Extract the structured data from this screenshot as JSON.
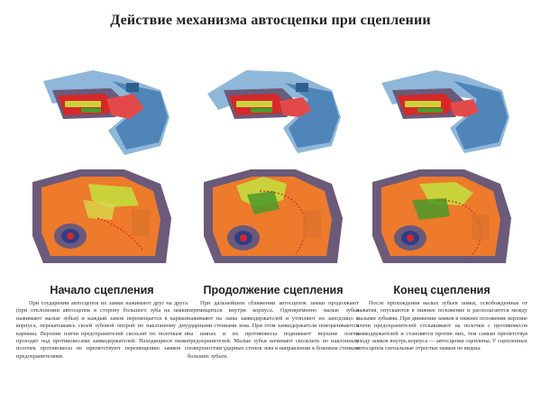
{
  "title": "Действие механизма автосцепки при сцеплении",
  "stages": [
    {
      "title": "Начало сцепления",
      "text": "При соударении автосцепок их замки нажимают друг на друга (при отклонении автосцепок в сторону большого зуба на замки нажимают малые зубья) и каждый замок перемещается в карман корпуса, перекатываясь своей зубовой опорой по наклонному дну кармана. Верхние плечи предохранителей скользят по полочкам и проходят над противовесами замкодержателей. Находящиеся ниже полочек противовесы не препятствуют перемещению замков с предохранителями."
    },
    {
      "title": "Продолжение сцепления",
      "text": "При дальнейшем сближении автосцепок замки продолжают перемещаться внутри корпуса. Одновременно малые зубья нажимают на лапы замкодержателей и утопляют их заподлицо с ударными стенками зева. При этом замкодержатели поворачиваются на шипах и их противовесы поднимают верхние плечи предохранителей. Малые зубья начинают скользить по наклонным поверхностям ударных стенок зева в направлении к боковым стенкам больших зубьев."
    },
    {
      "title": "Конец сцепления",
      "text": "После прохождения малых зубьев замки, освобожденные от нажатия, опускаются в нижнее положение и располагаются между малыми зубьями. При движении замков в нижнее положение верхние плечи предохранителей соскакивают на полочки с противовесов замкодержателей и становятся против них, тем самым препятствуя уходу замков внутрь корпуса — автосцепки сцеплены. У сцепленных автосцепок сигнальные отростки замков не видны."
    }
  ],
  "colors": {
    "blue": "#4f85b8",
    "blue_light": "#8fb7da",
    "red": "#d62828",
    "purple": "#6b5a7a",
    "orange": "#ee7a2c",
    "yellow_green": "#c9d23a",
    "green": "#4a9a2a"
  }
}
